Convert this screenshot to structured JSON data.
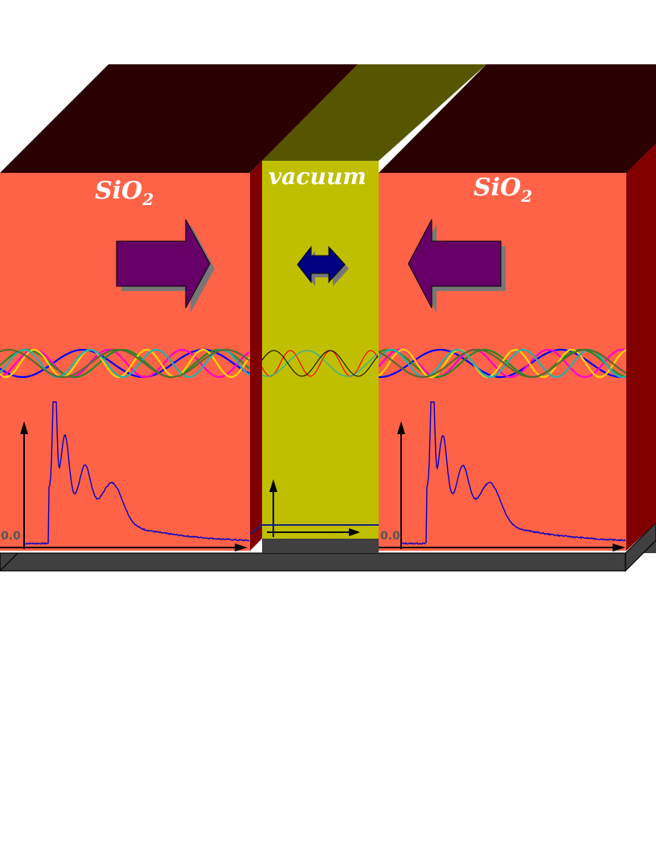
{
  "labels": {
    "left_material": "SiO",
    "left_subscript": "2",
    "gap_material": "vacuum",
    "right_material": "SiO",
    "right_subscript": "2",
    "left_origin_tick": "0.0",
    "right_origin_tick": "0.0"
  },
  "colors": {
    "slab_front": "#ff6347",
    "slab_top": "#2b0000",
    "slab_side": "#800000",
    "vacuum_front": "#bfbf00",
    "vacuum_top": "#565600",
    "base": "#404040",
    "arrow_fill": "#660066",
    "double_arrow_fill": "#000080",
    "spectrum_line": "#0000cc",
    "wave_colors": [
      "#0000ff",
      "#ff00cc",
      "#228b22",
      "#ffd700",
      "#20b2aa",
      "#556b2f"
    ],
    "vacuum_wave_colors": [
      "#ff0000",
      "#20b2aa",
      "#000000"
    ]
  },
  "icons": {
    "left_arrow": "right-pointing-block-arrow",
    "right_arrow": "left-pointing-block-arrow",
    "gap_arrow": "double-headed-block-arrow"
  }
}
